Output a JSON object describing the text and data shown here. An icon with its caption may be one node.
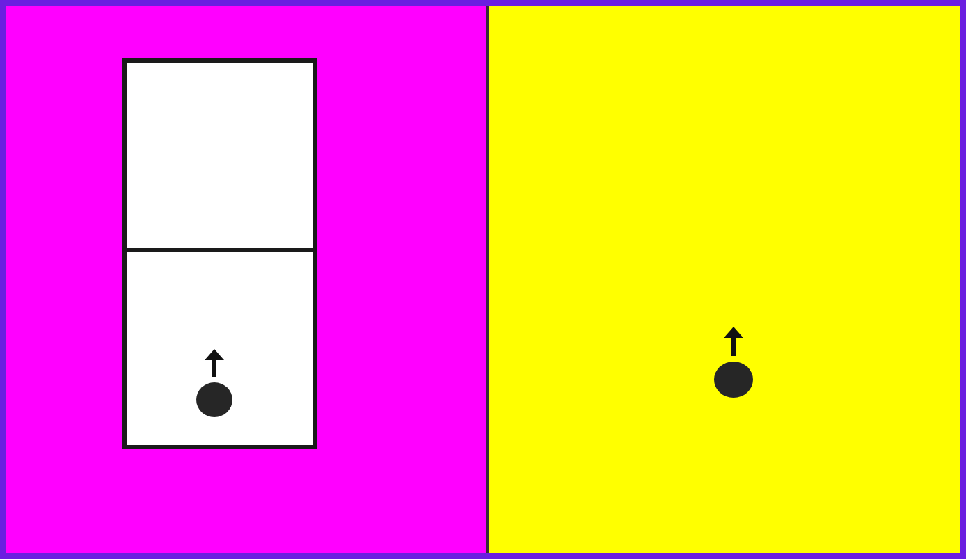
{
  "diagram": {
    "nodes": [
      {
        "text": [],
        "shape": "box"
      },
      {
        "text": [],
        "shape": "box",
        "in": 0
      },
      {
        "text": [],
        "shape": "box",
        "in": 0
      },
      {
        "text": [],
        "shape": "circle",
        "in": 2
      },
      {
        "text": [],
        "shape": "box"
      },
      {
        "text": [],
        "shape": "circle",
        "in": 4
      }
    ]
  }
}
